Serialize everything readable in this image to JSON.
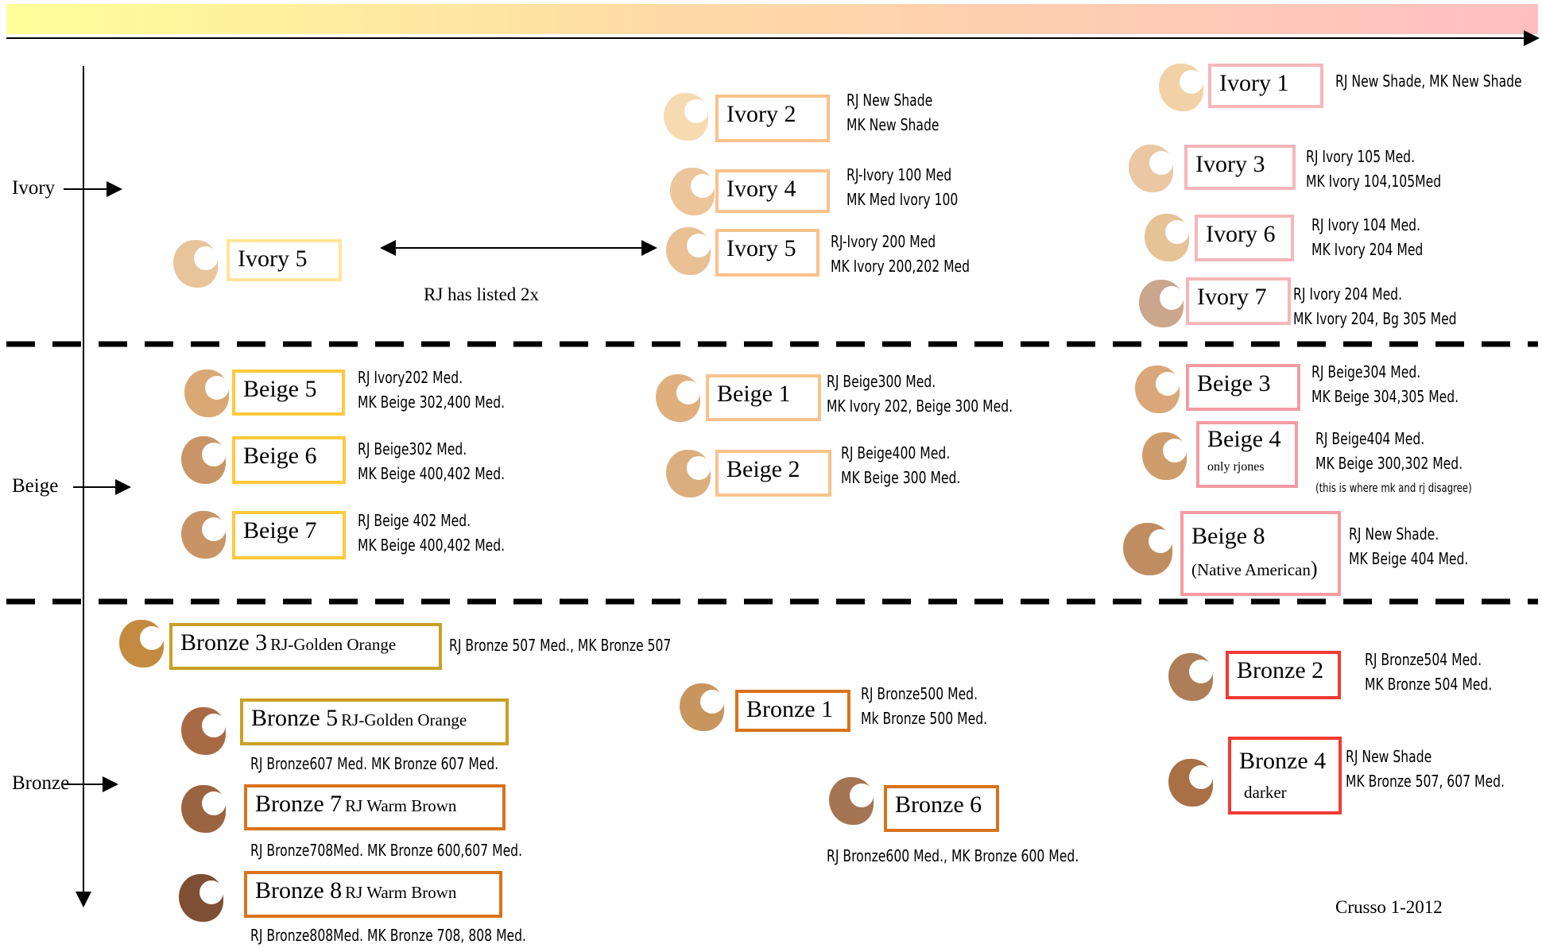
{
  "categories": {
    "ivory": "Ivory",
    "beige": "Beige",
    "bronze": "Bronze"
  },
  "shades": {
    "ivory5_left": {
      "name": "Ivory 5"
    },
    "ivory2": {
      "name": "Ivory 2",
      "line1": "RJ New Shade",
      "line2": "MK New Shade"
    },
    "ivory4": {
      "name": "Ivory 4",
      "line1": "RJ-Ivory 100 Med",
      "line2": "MK Med Ivory 100"
    },
    "ivory5": {
      "name": "Ivory 5",
      "line1": "RJ-Ivory 200 Med",
      "line2": "MK Ivory 200,202 Med"
    },
    "ivory1": {
      "name": "Ivory 1",
      "line1": "RJ New Shade, MK New Shade"
    },
    "ivory3": {
      "name": "Ivory 3",
      "line1": "RJ Ivory 105 Med.",
      "line2": "MK Ivory 104,105Med"
    },
    "ivory6": {
      "name": "Ivory 6",
      "line1": "RJ Ivory 104 Med.",
      "line2": "MK Ivory 204 Med"
    },
    "ivory7": {
      "name": "Ivory 7",
      "line1": "RJ Ivory 204 Med.",
      "line2": "MK Ivory 204, Bg 305 Med"
    },
    "beige5": {
      "name": "Beige 5",
      "line1": "RJ Ivory202 Med.",
      "line2": "MK  Beige 302,400 Med."
    },
    "beige6": {
      "name": "Beige 6",
      "line1": "RJ Beige302 Med.",
      "line2": "MK Beige 400,402 Med."
    },
    "beige7": {
      "name": "Beige 7",
      "line1": "RJ Beige 402 Med.",
      "line2": "MK Beige 400,402 Med."
    },
    "beige1": {
      "name": "Beige 1",
      "line1": "RJ Beige300 Med.",
      "line2": "MK Ivory 202, Beige 300 Med."
    },
    "beige2": {
      "name": "Beige 2",
      "line1": "RJ Beige400 Med.",
      "line2": "MK Beige 300 Med."
    },
    "beige3": {
      "name": "Beige 3",
      "line1": "RJ Beige304 Med.",
      "line2": "MK Beige 304,305 Med."
    },
    "beige4": {
      "name": "Beige 4",
      "sub": "only rjones",
      "line1": "RJ Beige404 Med.",
      "line2": "MK Beige 300,302 Med.",
      "line3": "(this is where mk and rj disagree)"
    },
    "beige8": {
      "name": "Beige 8",
      "sub_open": "(Native American",
      "sub_close": ")",
      "line1": "RJ New Shade.",
      "line2": "MK Beige 404 Med."
    },
    "bronze3": {
      "name": "Bronze 3",
      "sub": "RJ-Golden Orange",
      "line1": "RJ Bronze 507 Med., MK Bronze 507"
    },
    "bronze5": {
      "name": "Bronze 5",
      "sub": "RJ-Golden Orange",
      "line1": "RJ Bronze607 Med. MK Bronze 607 Med."
    },
    "bronze7": {
      "name": "Bronze 7",
      "sub": "RJ Warm Brown",
      "line1": "RJ Bronze708Med. MK Bronze 600,607 Med."
    },
    "bronze8": {
      "name": "Bronze 8",
      "sub": "RJ Warm Brown",
      "line1": "RJ Bronze808Med. MK Bronze 708, 808 Med."
    },
    "bronze1": {
      "name": "Bronze 1",
      "line1": "RJ Bronze500 Med.",
      "line2": "Mk Bronze 500 Med."
    },
    "bronze6": {
      "name": "Bronze 6",
      "line1": "RJ Bronze600 Med., MK Bronze 600 Med."
    },
    "bronze2": {
      "name": "Bronze 2",
      "line1": "RJ Bronze504 Med.",
      "line2": "MK Bronze 504 Med."
    },
    "bronze4": {
      "name": "Bronze 4",
      "sub": "darker",
      "line1": "RJ New Shade",
      "line2": "MK Bronze 507, 607 Med."
    }
  },
  "annotations": {
    "listed_twice": "RJ has listed 2x",
    "credit": "Crusso 1-2012"
  },
  "colors": {
    "gradient_start": "#ffff99",
    "gradient_end": "#ffbfc1",
    "ivory_light": "#f2d3a8",
    "beige_mid": "#d9a877",
    "bronze_dark": "#9a6a45"
  }
}
